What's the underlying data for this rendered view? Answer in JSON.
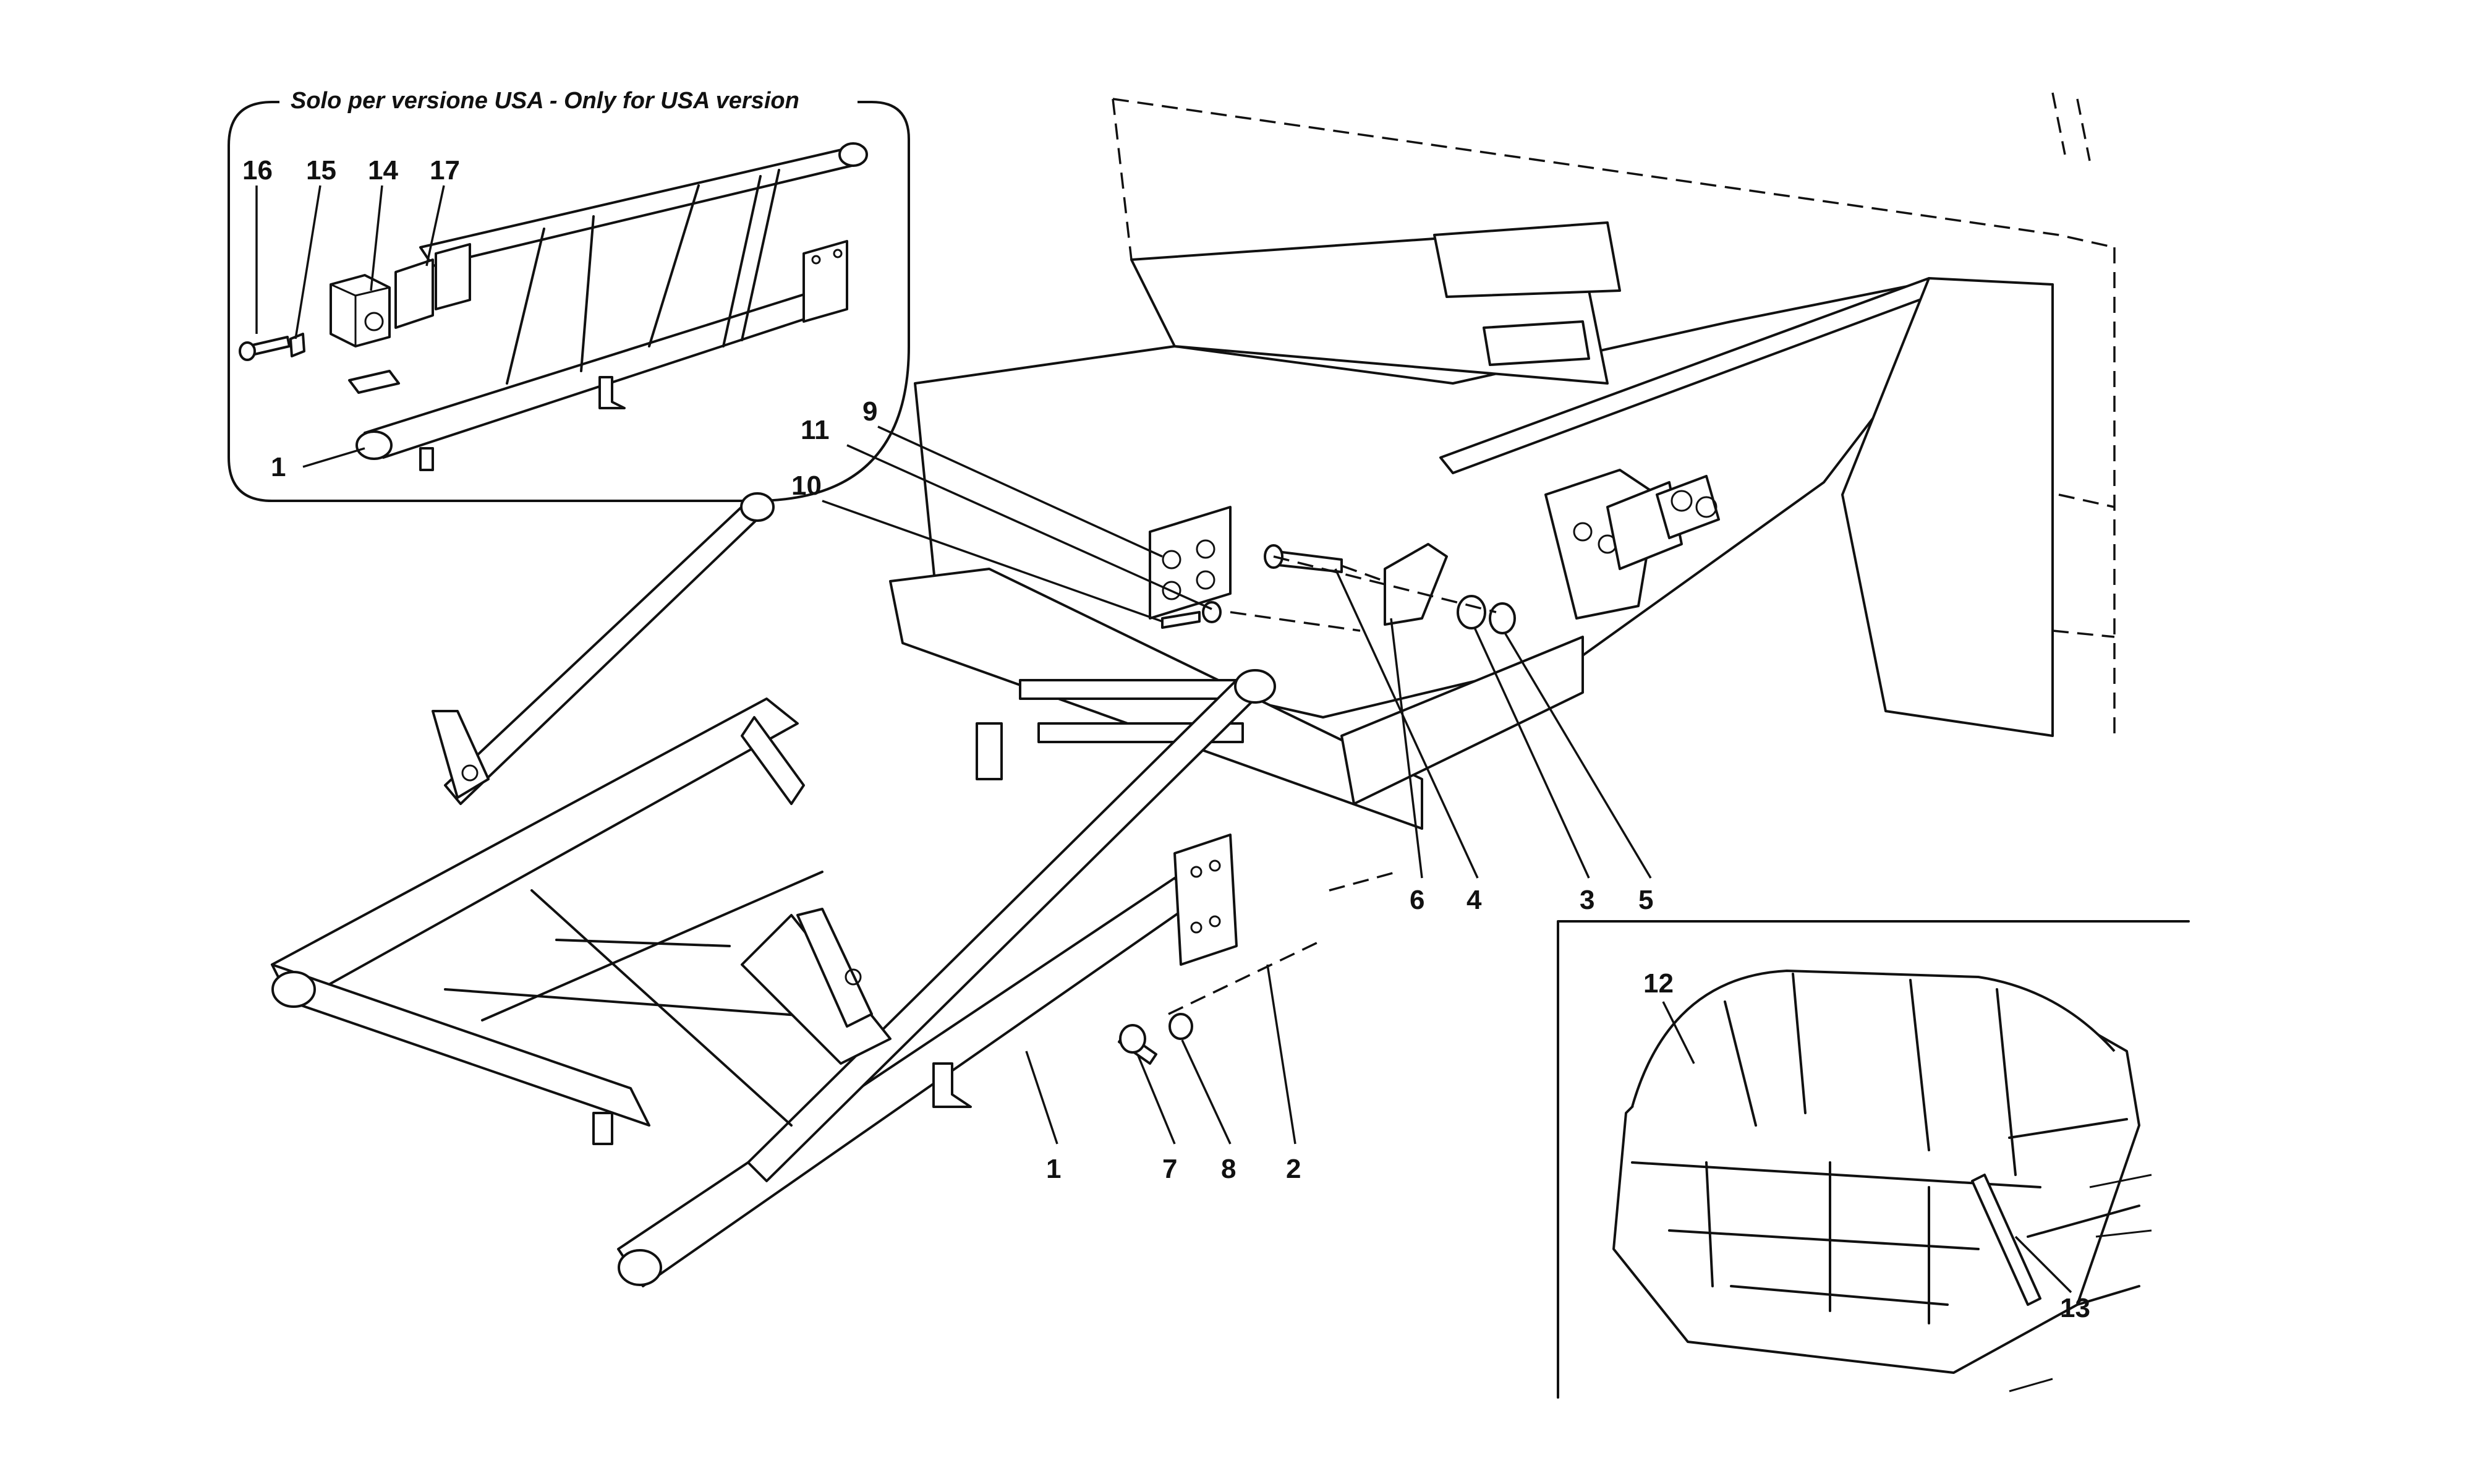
{
  "inset_usa": {
    "caption": "Solo per versione USA - Only for USA version",
    "labels": {
      "p16": "16",
      "p15": "15",
      "p14": "14",
      "p17": "17",
      "p1": "1"
    }
  },
  "main": {
    "labels": {
      "p9": "9",
      "p11": "11",
      "p10": "10",
      "p6": "6",
      "p4": "4",
      "p3": "3",
      "p5": "5",
      "p1": "1",
      "p7": "7",
      "p8": "8",
      "p2": "2"
    }
  },
  "inset_chassis": {
    "labels": {
      "p12": "12",
      "p13": "13"
    }
  }
}
